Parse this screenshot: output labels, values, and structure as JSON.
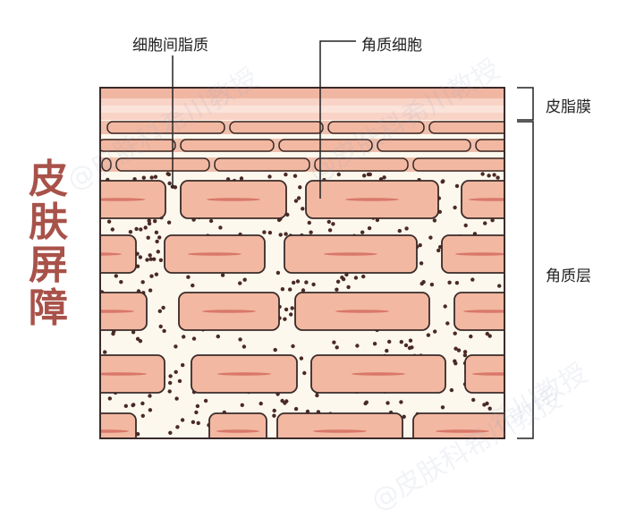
{
  "title_chars": [
    "皮",
    "肤",
    "屏",
    "障"
  ],
  "labels": {
    "intercellular_lipid": "细胞间脂质",
    "corneocyte": "角质细胞",
    "sebum_film": "皮脂膜",
    "stratum_corneum": "角质层"
  },
  "watermarks": [
    "@皮肤科希川教授",
    "@皮肤科希川教授",
    "希川教授",
    "@皮肤科希川教授"
  ],
  "colors": {
    "title": "#a8524a",
    "cell_fill": "#f2b8a2",
    "cell_stroke": "#3a2a28",
    "cell_nucleus": "#d9786a",
    "matrix": "#fdf8ee",
    "dot": "#4a2a25",
    "sebum_top": "#f8d3c6",
    "sebum_band": "#f0c0ad"
  }
}
